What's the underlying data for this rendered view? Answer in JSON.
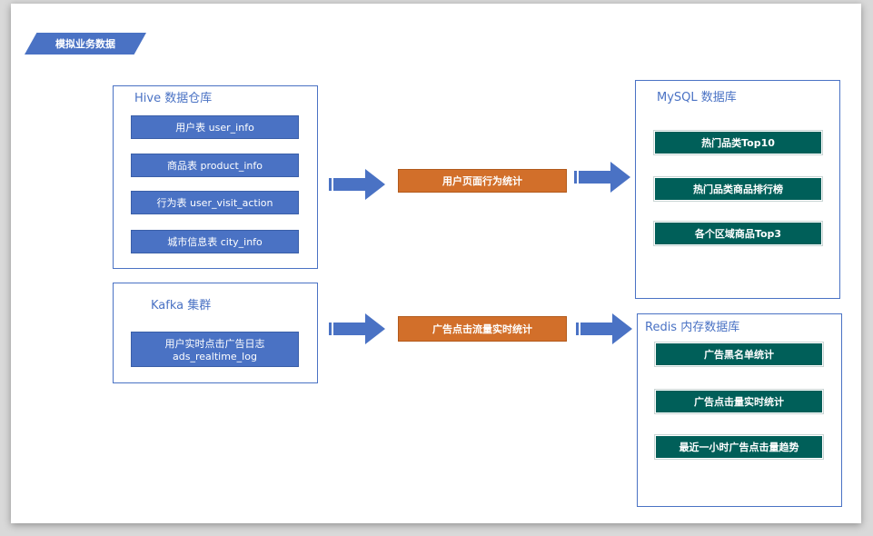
{
  "header": {
    "tag": "模拟业务数据"
  },
  "hive": {
    "title": "Hive 数据仓库",
    "tables": [
      "用户表  user_info",
      "商品表 product_info",
      "行为表 user_visit_action",
      "城市信息表 city_info"
    ]
  },
  "kafka": {
    "title": "Kafka 集群",
    "log_line1": "用户实时点击广告日志",
    "log_line2": "ads_realtime_log"
  },
  "process": {
    "offline": "用户页面行为统计",
    "realtime": "广告点击流量实时统计"
  },
  "mysql": {
    "title": "MySQL 数据库",
    "items": [
      "热门品类Top10",
      "热门品类商品排行榜",
      "各个区域商品Top3"
    ]
  },
  "redis": {
    "title": "Redis 内存数据库",
    "items": [
      "广告黑名单统计",
      "广告点击量实时统计",
      "最近一小时广告点击量趋势"
    ]
  },
  "colors": {
    "blue": "#4a72c4",
    "green": "#005f59",
    "orange": "#d26f2a"
  }
}
